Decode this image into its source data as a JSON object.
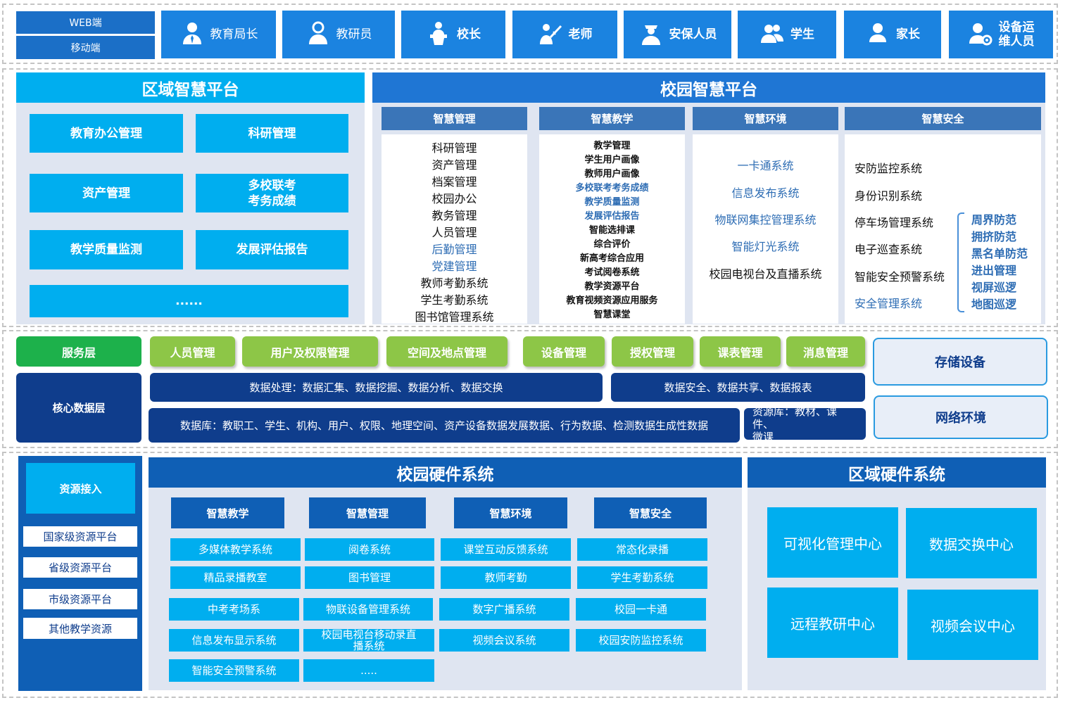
{
  "platforms": [
    "WEB端",
    "移动端"
  ],
  "roles": [
    {
      "label": "教育局长",
      "icon": "user-tie-icon"
    },
    {
      "label": "教研员",
      "icon": "researcher-icon"
    },
    {
      "label": "校长",
      "icon": "principal-podium-icon"
    },
    {
      "label": "老师",
      "icon": "teacher-pointer-icon"
    },
    {
      "label": "安保人员",
      "icon": "security-guard-icon"
    },
    {
      "label": "学生",
      "icon": "students-group-icon"
    },
    {
      "label": "家长",
      "icon": "parent-icon"
    },
    {
      "label": "设备运维人员",
      "line1": "设备运",
      "line2": "维人员",
      "icon": "user-gear-icon"
    }
  ],
  "regional_platform": {
    "title": "区域智慧平台",
    "boxes": [
      "教育办公管理",
      "科研管理",
      "资产管理",
      "多校联考考务成绩",
      "教学质量监测",
      "发展评估报告",
      "......"
    ],
    "box4_line1": "多校联考",
    "box4_line2": "考务成绩"
  },
  "campus_platform": {
    "title": "校园智慧平台",
    "columns": [
      {
        "title": "智慧管理",
        "items": [
          {
            "text": "科研管理",
            "hl": false
          },
          {
            "text": "资产管理",
            "hl": false
          },
          {
            "text": "档案管理",
            "hl": false
          },
          {
            "text": "校园办公",
            "hl": false
          },
          {
            "text": "教务管理",
            "hl": false
          },
          {
            "text": "人员管理",
            "hl": false
          },
          {
            "text": "后勤管理",
            "hl": true
          },
          {
            "text": "党建管理",
            "hl": true
          },
          {
            "text": "教师考勤系统",
            "hl": false
          },
          {
            "text": "学生考勤系统",
            "hl": false
          },
          {
            "text": "图书馆管理系统",
            "hl": false
          }
        ]
      },
      {
        "title": "智慧教学",
        "items": [
          {
            "text": "教学管理",
            "hl": false
          },
          {
            "text": "学生用户画像",
            "hl": false
          },
          {
            "text": "教师用户画像",
            "hl": false
          },
          {
            "text": "多校联考考务成绩",
            "hl": true
          },
          {
            "text": "教学质量监测",
            "hl": true
          },
          {
            "text": "发展评估报告",
            "hl": true
          },
          {
            "text": "智能选排课",
            "hl": false
          },
          {
            "text": "综合评价",
            "hl": false
          },
          {
            "text": "新高考综合应用",
            "hl": false
          },
          {
            "text": "考试阅卷系统",
            "hl": false
          },
          {
            "text": "教学资源平台",
            "hl": false
          },
          {
            "text": "教育视频资源应用服务",
            "hl": false
          },
          {
            "text": "智慧课堂",
            "hl": false
          }
        ]
      },
      {
        "title": "智慧环境",
        "items": [
          {
            "text": "一卡通系统",
            "hl": true
          },
          {
            "text": "信息发布系统",
            "hl": true
          },
          {
            "text": "物联网集控管理系统",
            "hl": true
          },
          {
            "text": "智能灯光系统",
            "hl": true
          },
          {
            "text": "校园电视台及直播系统",
            "hl": false
          }
        ]
      },
      {
        "title": "智慧安全",
        "items": [
          {
            "text": "安防监控系统",
            "hl": false
          },
          {
            "text": "身份识别系统",
            "hl": false
          },
          {
            "text": "停车场管理系统",
            "hl": false
          },
          {
            "text": "电子巡查系统",
            "hl": false
          },
          {
            "text": "智能安全预警系统",
            "hl": false
          },
          {
            "text": "安全管理系统",
            "hl": true
          }
        ],
        "sub_items": [
          "周界防范",
          "拥挤防范",
          "黑名单防范",
          "进出管理",
          "视屏巡逻",
          "地图巡逻"
        ]
      }
    ]
  },
  "service_layer": {
    "label": "服务层",
    "items": [
      "人员管理",
      "用户及权限管理",
      "空间及地点管理",
      "设备管理",
      "授权管理",
      "课表管理",
      "消息管理"
    ]
  },
  "core_layer": {
    "label": "核心数据层",
    "processing": "数据处理：数据汇集、数据挖掘、数据分析、数据交换",
    "security": "数据安全、数据共享、数据报表",
    "database": "数据库：教职工、学生、机构、用户、权限、地理空间、资产设备数据发展数据、行为数据、检测数据生成性数据",
    "resource_db_line1": "资源库：教材、课件、",
    "resource_db_line2": "微课"
  },
  "infra": [
    "存储设备",
    "网络环境"
  ],
  "resource_access": {
    "title": "资源接入",
    "items": [
      "国家级资源平台",
      "省级资源平台",
      "市级资源平台",
      "其他教学资源"
    ]
  },
  "campus_hardware": {
    "title": "校园硬件系统",
    "columns": [
      {
        "title": "智慧教学",
        "items": [
          "多媒体教学系统",
          "精品录播教室",
          "中考考场系",
          "信息发布显示系统",
          "智能安全预警系统"
        ]
      },
      {
        "title": "智慧管理",
        "items": [
          "阅卷系统",
          "图书管理",
          "物联设备管理系统",
          "校园电视台移动录直播系统",
          "....."
        ]
      },
      {
        "title": "智慧环境",
        "items": [
          "课堂互动反馈系统",
          "教师考勤",
          "数字广播系统",
          "视频会议系统"
        ]
      },
      {
        "title": "智慧安全",
        "items": [
          "常态化录播",
          "学生考勤系统",
          "校园一卡通",
          "校园安防监控系统"
        ]
      }
    ],
    "live_line1": "校园电视台移动录直",
    "live_line2": "播系统"
  },
  "regional_hardware": {
    "title": "区域硬件系统",
    "items": [
      "可视化管理中心",
      "数据交换中心",
      "远程教研中心",
      "视频会议中心"
    ]
  },
  "colors": {
    "primary": "#1b83e0",
    "cyan": "#00aeef",
    "navy": "#0f3d8c",
    "green": "#1db14b",
    "light_green": "#8dc647",
    "highlight_text": "#2e6db4"
  }
}
